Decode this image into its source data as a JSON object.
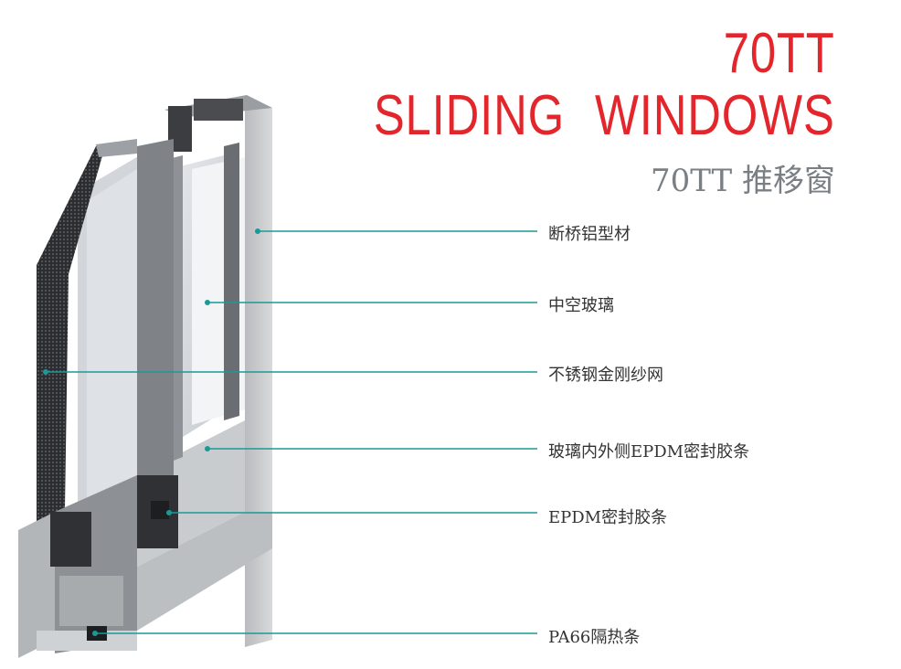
{
  "title": {
    "line1": "70TT",
    "line2": "SLIDING WINDOWS",
    "subtitle": "70TT 推移窗"
  },
  "callouts": [
    {
      "label": "断桥铝型材"
    },
    {
      "label": "中空玻璃"
    },
    {
      "label": "不锈钢金刚纱网"
    },
    {
      "label": "玻璃内外侧EPDM密封胶条"
    },
    {
      "label": "EPDM密封胶条"
    },
    {
      "label": "PA66隔热条"
    }
  ],
  "colors": {
    "title_red": "#e3262c",
    "subtitle_gray": "#7a7f84",
    "callout_line": "#1a9a96"
  }
}
